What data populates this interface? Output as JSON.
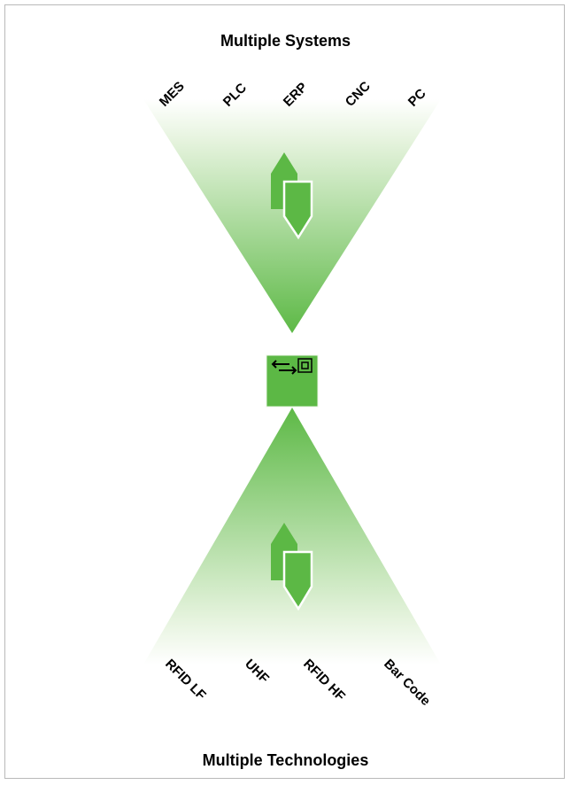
{
  "top_title": "Multiple Systems",
  "bottom_title": "Multiple Technologies",
  "systems": [
    "MES",
    "PLC",
    "ERP",
    "CNC",
    "PC"
  ],
  "technologies": [
    "RFID LF",
    "UHF",
    "RFID HF",
    "Bar Code"
  ],
  "colors": {
    "accent_green": "#5cb845",
    "light_green": "#e3f3da",
    "border": "#b9b9b9"
  },
  "icons": {
    "center": "rfid-reader-interface-icon",
    "exchange": "bidirectional-arrows-icon"
  }
}
